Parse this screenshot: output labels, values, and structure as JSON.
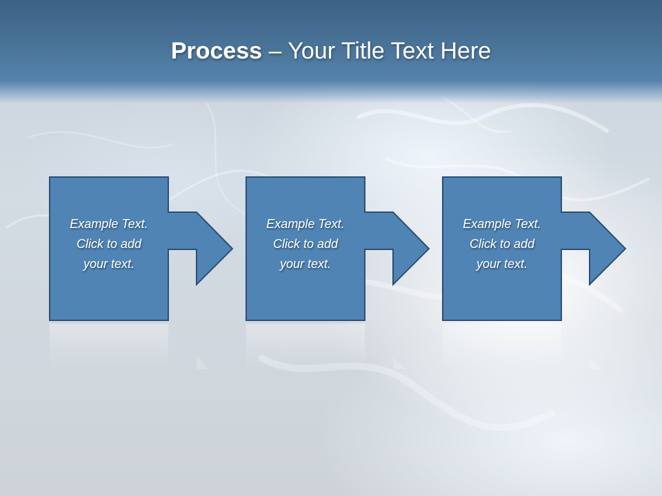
{
  "slide": {
    "title_bold": "Process",
    "title_rest": " – Your Title Text Here"
  },
  "steps": [
    {
      "lines": [
        "Example Text.",
        "Click  to add",
        "your text."
      ]
    },
    {
      "lines": [
        "Example Text.",
        "Click  to add",
        "your text."
      ]
    },
    {
      "lines": [
        "Example Text.",
        "Click  to add",
        "your text."
      ]
    }
  ],
  "colors": {
    "header": "#4a7399",
    "box_fill": "#4f84b5",
    "box_stroke": "#2c4f72",
    "text": "#ffffff"
  }
}
